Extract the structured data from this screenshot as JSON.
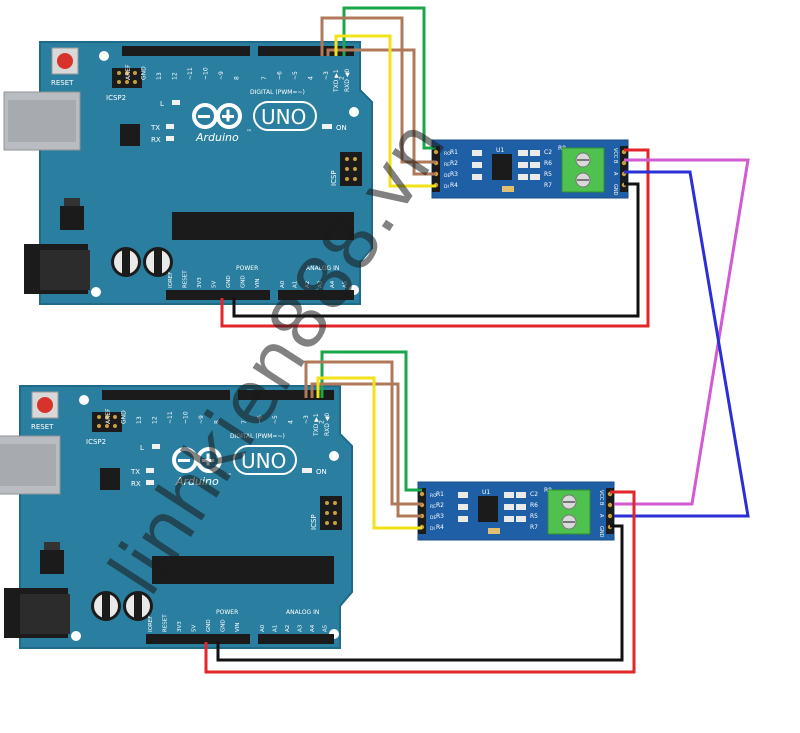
{
  "arduino": {
    "reset_label": "RESET",
    "icsp2_label": "ICSP2",
    "icsp_label": "ICSP",
    "brand_label": "Arduino",
    "trademark": "™",
    "model_label": "UNO",
    "led_l": "L",
    "led_tx": "TX",
    "led_rx": "RX",
    "led_on": "ON",
    "digital_label": "DIGITAL (PWM=~)",
    "txd_label": "TXD ▶1",
    "rxd_label": "RXD ◀0",
    "power_label": "POWER",
    "analog_label": "ANALOG IN",
    "top_pins": [
      "AREF",
      "GND",
      "13",
      "12",
      "~11",
      "~10",
      "~9",
      "8",
      "7",
      "~6",
      "~5",
      "4",
      "~3",
      "2"
    ],
    "power_pins": [
      "IOREF",
      "RESET",
      "3V3",
      "5V",
      "GND",
      "GND",
      "VIN"
    ],
    "analog_pins": [
      "A0",
      "A1",
      "A2",
      "A3",
      "A4",
      "A5"
    ]
  },
  "rs485": {
    "left_pins": [
      "R1",
      "R2",
      "R3",
      "R4"
    ],
    "left_signals": [
      "RO",
      "RE",
      "DE",
      "DI"
    ],
    "right_pins": [
      "VCC",
      "B",
      "A",
      "GND"
    ],
    "chip_label": "U1",
    "cap_labels": [
      "C2",
      "R6",
      "R5",
      "R7"
    ],
    "res_label": "R8"
  },
  "watermark": "linhkien888.vn",
  "colors": {
    "board": "#2a7fa0",
    "board_edge": "#1e6a88",
    "module": "#1f5fa6",
    "terminal": "#4fc14f",
    "wire_green": "#1aa64a",
    "wire_brown": "#b07a5a",
    "wire_yellow": "#f2e21a",
    "wire_red": "#e2262a",
    "wire_black": "#111111",
    "wire_magenta": "#d25ad2",
    "wire_blue": "#2a2fd6"
  }
}
